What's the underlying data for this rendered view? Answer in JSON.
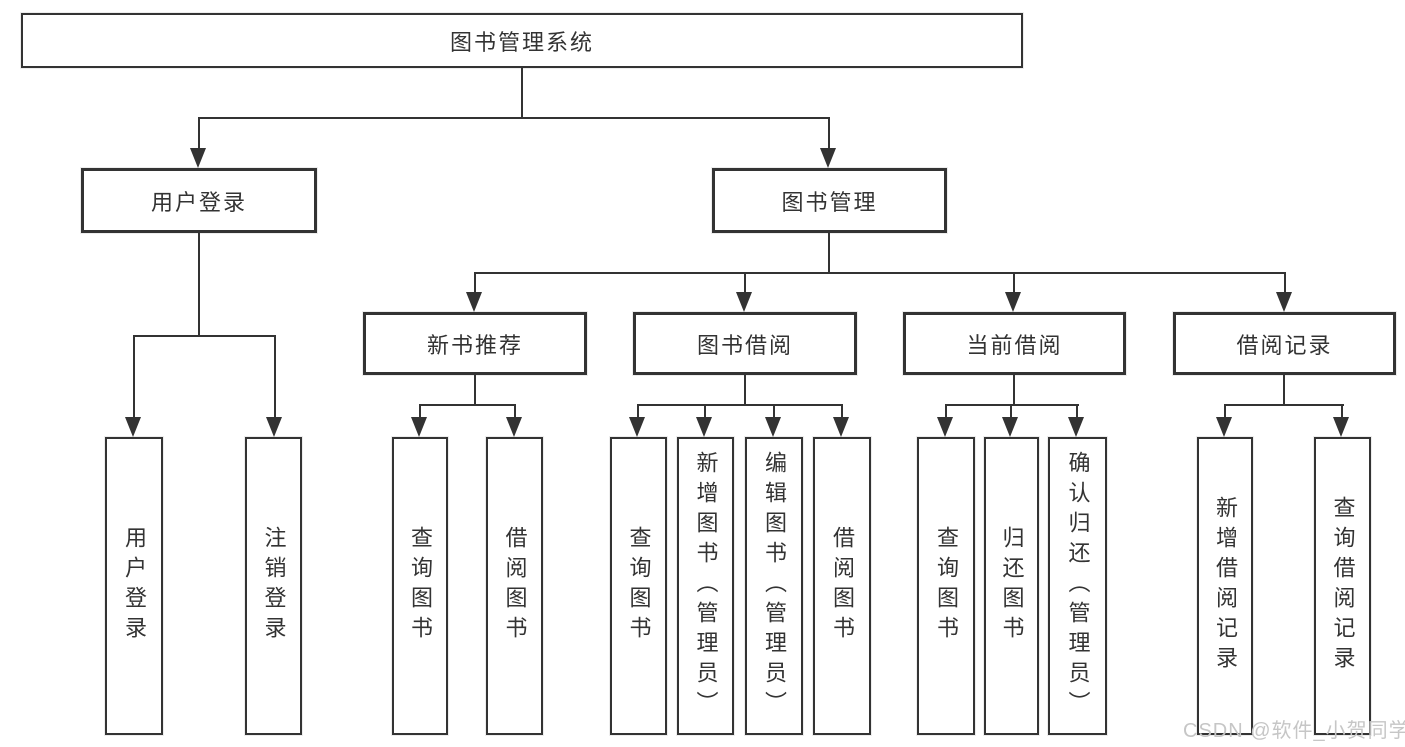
{
  "diagram": {
    "type": "tree",
    "orientation": "top-down",
    "tree": {
      "label": "图书管理系统",
      "children": [
        {
          "label": "用户登录",
          "children": [
            {
              "label": "用户登录"
            },
            {
              "label": "注销登录"
            }
          ]
        },
        {
          "label": "图书管理",
          "children": [
            {
              "label": "新书推荐",
              "children": [
                {
                  "label": "查询图书"
                },
                {
                  "label": "借阅图书"
                }
              ]
            },
            {
              "label": "图书借阅",
              "children": [
                {
                  "label": "查询图书"
                },
                {
                  "label": "新增图书（管理员）"
                },
                {
                  "label": "编辑图书（管理员）"
                },
                {
                  "label": "借阅图书"
                }
              ]
            },
            {
              "label": "当前借阅",
              "children": [
                {
                  "label": "查询图书"
                },
                {
                  "label": "归还图书"
                },
                {
                  "label": "确认归还（管理员）"
                }
              ]
            },
            {
              "label": "借阅记录",
              "children": [
                {
                  "label": "新增借阅记录"
                },
                {
                  "label": "查询借阅记录"
                }
              ]
            }
          ]
        }
      ]
    }
  },
  "watermark": {
    "text": "CSDN @软件_小贺同学"
  },
  "colors": {
    "background": "#ffffff",
    "box_border": "#333333",
    "line": "#333333",
    "text": "#333333",
    "watermark": "#c6c6c6"
  }
}
